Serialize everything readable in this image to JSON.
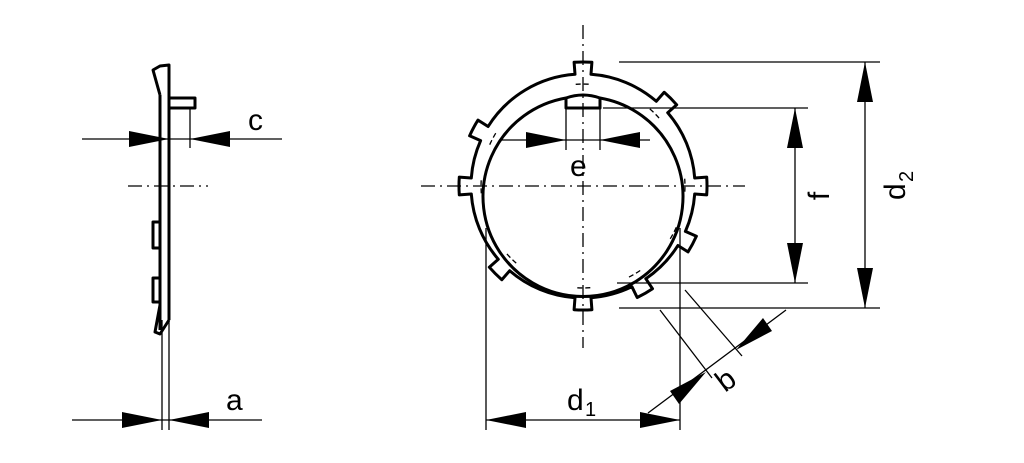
{
  "labels": {
    "a": "a",
    "c": "c",
    "e": "e",
    "f": "f",
    "b": "b",
    "d1_base": "d",
    "d1_sub": "1",
    "d2_base": "d",
    "d2_sub": "2"
  },
  "colors": {
    "line": "#000000",
    "background": "#ffffff"
  }
}
